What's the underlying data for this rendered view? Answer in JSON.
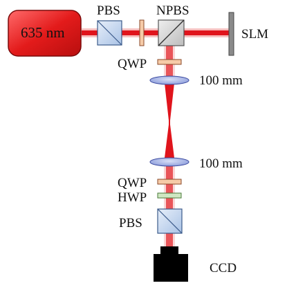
{
  "laser": {
    "wavelength": "635 nm",
    "color": "#e31b1b"
  },
  "beam": {
    "color": "#e0141c",
    "glow_color": "#f28b8b"
  },
  "labels": {
    "pbs_top": "PBS",
    "npbs": "NPBS",
    "slm": "SLM",
    "qwp_top": "QWP",
    "lens_top": "100 mm",
    "lens_bottom": "100 mm",
    "qwp_bottom": "QWP",
    "hwp": "HWP",
    "pbs_bottom": "PBS",
    "ccd": "CCD"
  },
  "components": {
    "pbs_color": "#c9d9ef",
    "npbs_color": "#d4d4d4",
    "waveplate_qwp_color": "#f6cba8",
    "waveplate_hwp_color": "#cfe7c2",
    "lens_color": "#a9b8e6",
    "slm_color": "#8a8a8a",
    "ccd_color": "#000000"
  }
}
